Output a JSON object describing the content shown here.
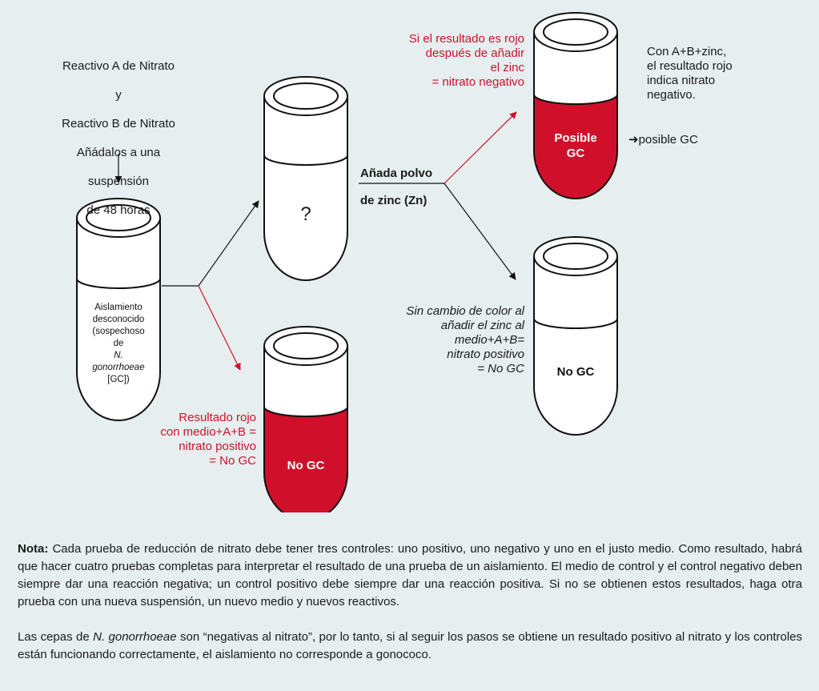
{
  "colors": {
    "red": "#d0102a",
    "background": "#e6eef0",
    "tube_outline": "#111111",
    "arrow_black": "#111111"
  },
  "reagents": {
    "line1": "Reactivo A de Nitrato",
    "line2": "y",
    "line3": "Reactivo B de Nitrato",
    "line4": "Añádalos a una",
    "line5": "suspensión",
    "line6": "de 48 horas"
  },
  "isolate_tube": {
    "line1": "Aislamiento",
    "line2": "desconocido",
    "line3": "(sospechoso",
    "line4": "de",
    "line5_italic": "N.",
    "line6_italic": "gonorrhoeae",
    "line7": "[GC])"
  },
  "unknown_tube": {
    "label": "?"
  },
  "zinc_step": {
    "line1": "Añada polvo",
    "line2": "de zinc (Zn)"
  },
  "red_no_gc": {
    "caption": "Resultado rojo\ncon medio+A+B =\nnitrato positivo\n= No GC",
    "tube_label": "No GC"
  },
  "red_after_zinc": {
    "caption": "Si el resultado es rojo\ndespués de añadir\nel zinc\n= nitrato negativo",
    "tube_label_line1": "Posible",
    "tube_label_line2": "GC"
  },
  "with_zinc_note": {
    "text": "Con A+B+zinc,\nel resultado rojo\nindica nitrato\nnegativo.",
    "arrow": "➜",
    "result": "posible GC"
  },
  "no_change": {
    "caption": "Sin cambio de color al\nañadir el zinc al\nmedio+A+B=\nnitrato positivo\n= No GC",
    "tube_label": "No GC"
  },
  "notes": {
    "note_label": "Nota:",
    "note_text": " Cada prueba de reducción de nitrato debe tener tres controles: uno positivo, uno negativo y uno en el justo medio. Como resultado, habrá que hacer cuatro pruebas completas para interpretar el resultado de una prueba de un aislamiento. El medio de control y el control negativo deben siempre dar una reacción negativa; un control positivo debe siempre dar una reacción positiva. Si no se obtienen estos resultados, haga otra prueba con una nueva suspensión, un nuevo medio y nuevos reactivos.",
    "para2_a": "Las cepas de ",
    "para2_italic": "N. gonorrhoeae",
    "para2_b": " son “negativas al nitrato”, por lo tanto, si al seguir los pasos se obtiene un resultado positivo al nitrato y los controles están funcionando correctamente, el aislamiento no corresponde a gonococo."
  }
}
